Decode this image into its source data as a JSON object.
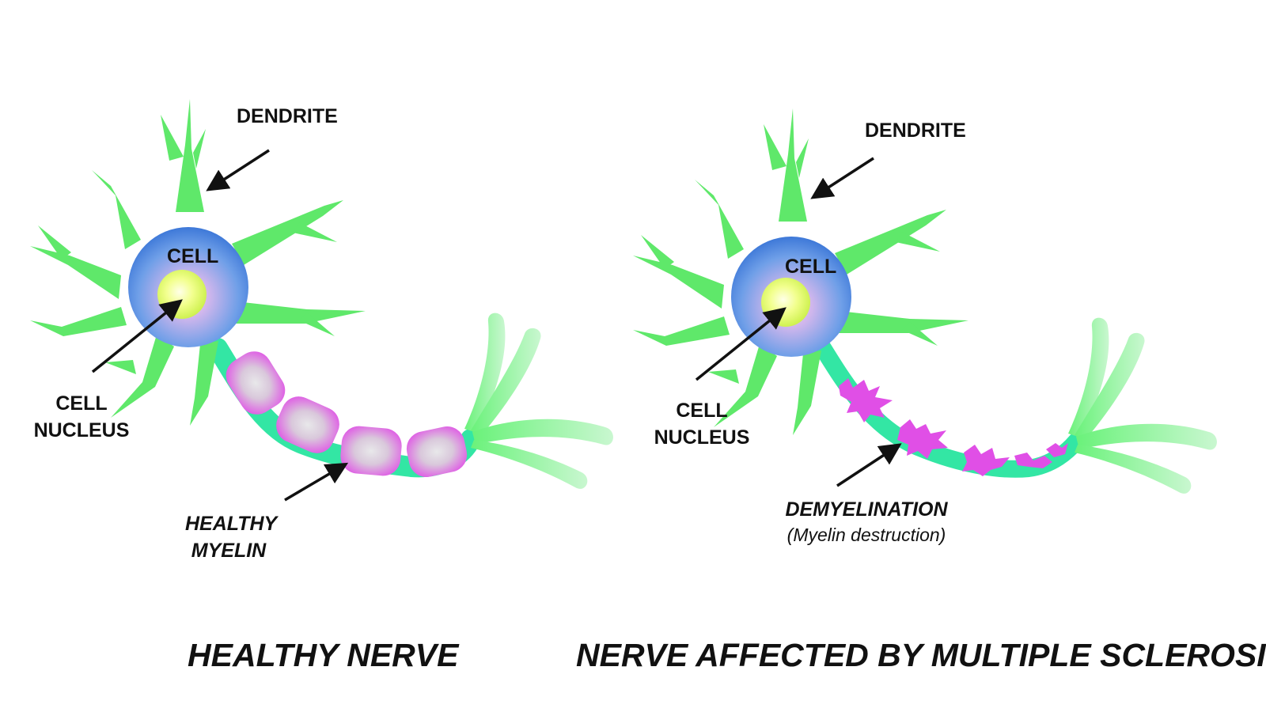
{
  "healthy": {
    "title": "HEALTHY NERVE",
    "dendrite": "DENDRITE",
    "cell": "CELL",
    "nucleus_line1": "CELL",
    "nucleus_line2": "NUCLEUS",
    "myelin_line1": "HEALTHY",
    "myelin_line2": "MYELIN"
  },
  "ms": {
    "title": "NERVE AFFECTED BY MULTIPLE SCLEROSIS",
    "dendrite": "DENDRITE",
    "cell": "CELL",
    "nucleus_line1": "CELL",
    "nucleus_line2": "NUCLEUS",
    "demyelination": "DEMYELINATION",
    "demyelination_note": "(Myelin destruction)"
  },
  "colors": {
    "dendrite_green": "#5fe86a",
    "axon_teal": "#33e6a4",
    "myelin_magenta": "#e04fe6",
    "cell_blue": "#5a8de0",
    "nucleus_yellow": "#dcf55a",
    "text": "#111111"
  }
}
